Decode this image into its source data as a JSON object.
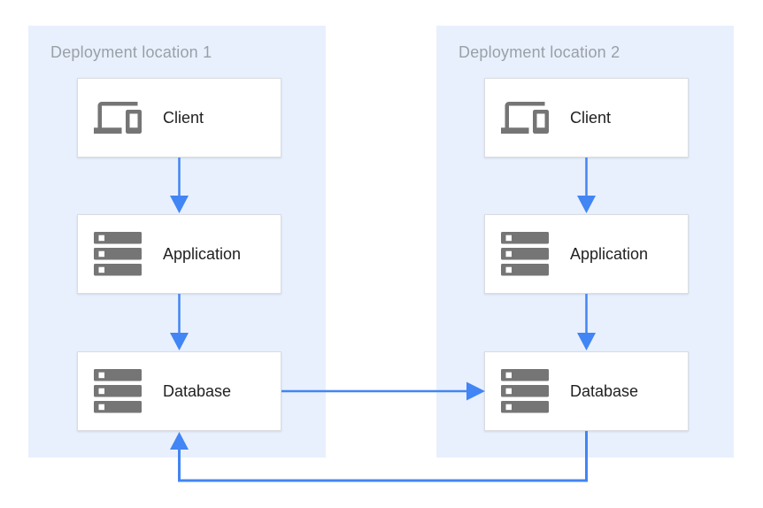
{
  "diagram": {
    "regions": [
      {
        "id": "deployment-location-1",
        "title": "Deployment location 1",
        "nodes": [
          {
            "id": "client-1",
            "label": "Client",
            "icon": "devices-icon"
          },
          {
            "id": "application-1",
            "label": "Application",
            "icon": "server-stack-icon"
          },
          {
            "id": "database-1",
            "label": "Database",
            "icon": "server-stack-icon"
          }
        ]
      },
      {
        "id": "deployment-location-2",
        "title": "Deployment location 2",
        "nodes": [
          {
            "id": "client-2",
            "label": "Client",
            "icon": "devices-icon"
          },
          {
            "id": "application-2",
            "label": "Application",
            "icon": "server-stack-icon"
          },
          {
            "id": "database-2",
            "label": "Database",
            "icon": "server-stack-icon"
          }
        ]
      }
    ],
    "connections": [
      {
        "from": "client-1",
        "to": "application-1",
        "direction": "down"
      },
      {
        "from": "application-1",
        "to": "database-1",
        "direction": "down"
      },
      {
        "from": "client-2",
        "to": "application-2",
        "direction": "down"
      },
      {
        "from": "application-2",
        "to": "database-2",
        "direction": "down"
      },
      {
        "from": "database-1",
        "to": "database-2",
        "direction": "right"
      },
      {
        "from": "database-2",
        "to": "database-1",
        "direction": "elbow-bottom-up"
      }
    ],
    "colors": {
      "region_background": "#e8f0fe",
      "node_background": "#ffffff",
      "node_border": "#dadce0",
      "arrow": "#4285f4",
      "icon": "#757575",
      "region_title_text": "#9aa0a6",
      "node_label_text": "#212121"
    }
  }
}
